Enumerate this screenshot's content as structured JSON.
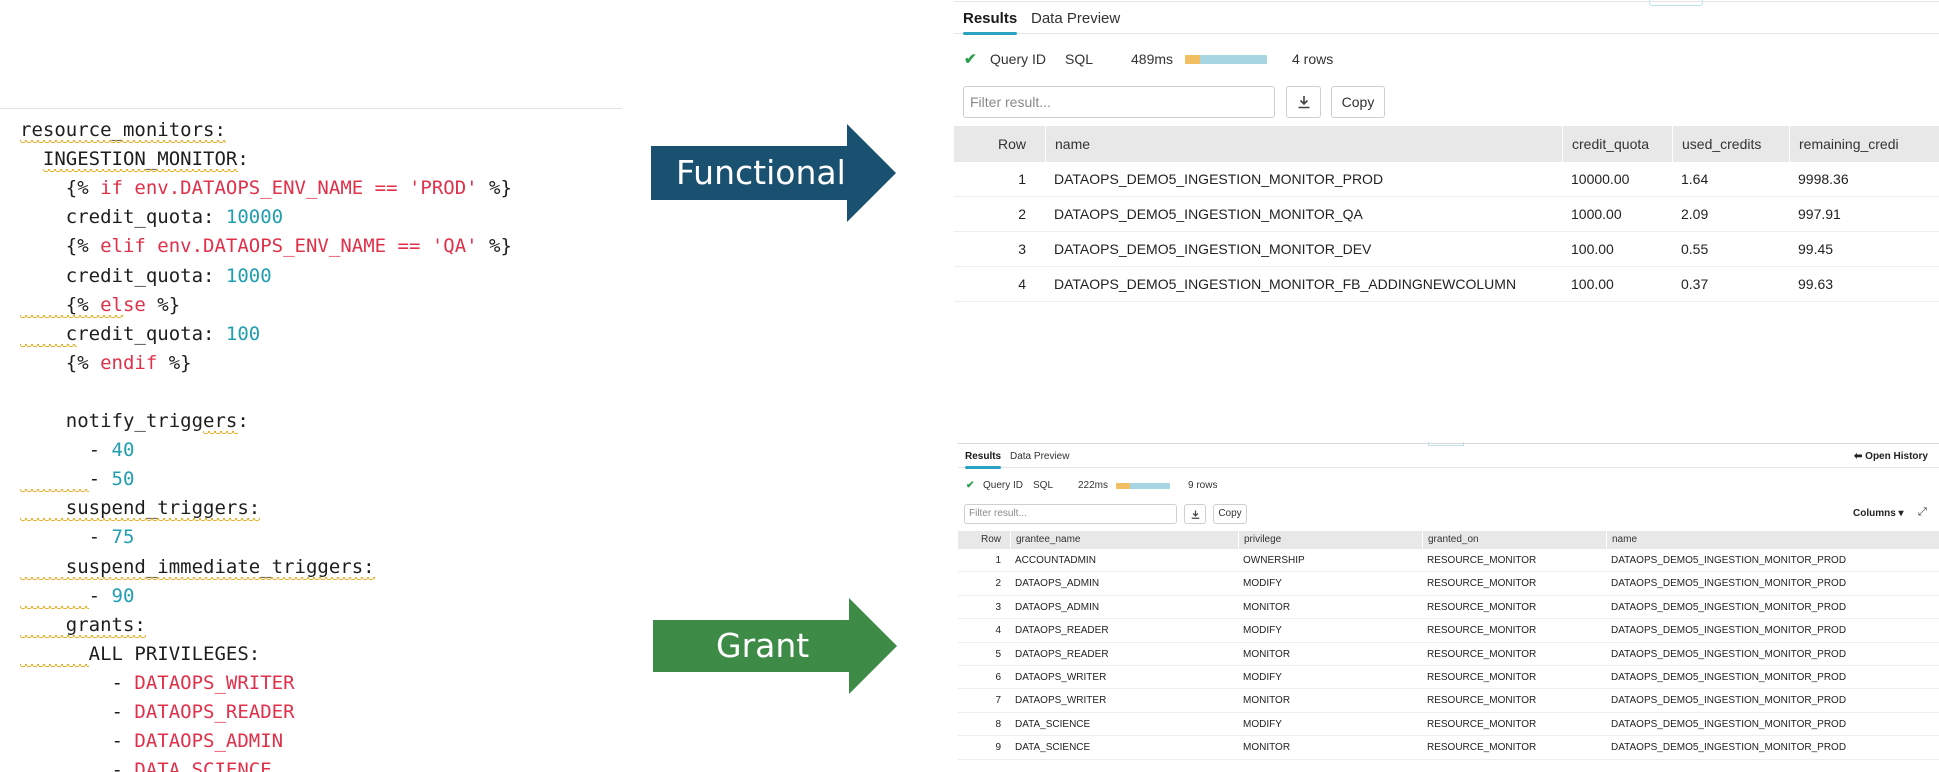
{
  "code": {
    "lines": [
      [
        {
          "t": "resource_monitors:",
          "c": "key"
        }
      ],
      [
        {
          "t": "  INGESTION_MONITOR:",
          "c": "key"
        }
      ],
      [
        {
          "t": "    ",
          "c": "key"
        },
        {
          "t": "{%",
          "c": "key"
        },
        {
          "t": " if env.DATAOPS_ENV_NAME == 'PROD' ",
          "c": "jinja"
        },
        {
          "t": "%}",
          "c": "key"
        }
      ],
      [
        {
          "t": "    credit_quota: ",
          "c": "key"
        },
        {
          "t": "10000",
          "c": "num"
        }
      ],
      [
        {
          "t": "    ",
          "c": "key"
        },
        {
          "t": "{%",
          "c": "key"
        },
        {
          "t": " elif env.DATAOPS_ENV_NAME == 'QA' ",
          "c": "jinja"
        },
        {
          "t": "%}",
          "c": "key"
        }
      ],
      [
        {
          "t": "    credit_quota: ",
          "c": "key"
        },
        {
          "t": "1000",
          "c": "num"
        }
      ],
      [
        {
          "t": "    ",
          "c": "key"
        },
        {
          "t": "{%",
          "c": "key"
        },
        {
          "t": " else ",
          "c": "jinja"
        },
        {
          "t": "%}",
          "c": "key"
        }
      ],
      [
        {
          "t": "    credit_quota: ",
          "c": "key"
        },
        {
          "t": "100",
          "c": "num"
        }
      ],
      [
        {
          "t": "    ",
          "c": "key"
        },
        {
          "t": "{%",
          "c": "key"
        },
        {
          "t": " endif ",
          "c": "jinja"
        },
        {
          "t": "%}",
          "c": "key"
        }
      ],
      [
        {
          "t": "",
          "c": "key"
        }
      ],
      [
        {
          "t": "    notify_triggers:",
          "c": "key"
        }
      ],
      [
        {
          "t": "      - ",
          "c": "key"
        },
        {
          "t": "40",
          "c": "num"
        }
      ],
      [
        {
          "t": "      - ",
          "c": "key"
        },
        {
          "t": "50",
          "c": "num"
        }
      ],
      [
        {
          "t": "    suspend_triggers:",
          "c": "key"
        }
      ],
      [
        {
          "t": "      - ",
          "c": "key"
        },
        {
          "t": "75",
          "c": "num"
        }
      ],
      [
        {
          "t": "    suspend_immediate_triggers:",
          "c": "key"
        }
      ],
      [
        {
          "t": "      - ",
          "c": "key"
        },
        {
          "t": "90",
          "c": "num"
        }
      ],
      [
        {
          "t": "    grants:",
          "c": "key"
        }
      ],
      [
        {
          "t": "      ALL PRIVILEGES:",
          "c": "key"
        }
      ],
      [
        {
          "t": "        - ",
          "c": "key"
        },
        {
          "t": "DATAOPS_WRITER",
          "c": "str"
        }
      ],
      [
        {
          "t": "        - ",
          "c": "key"
        },
        {
          "t": "DATAOPS_READER",
          "c": "str"
        }
      ],
      [
        {
          "t": "        - ",
          "c": "key"
        },
        {
          "t": "DATAOPS_ADMIN",
          "c": "str"
        }
      ],
      [
        {
          "t": "        - ",
          "c": "key"
        },
        {
          "t": "DATA_SCIENCE",
          "c": "str"
        }
      ]
    ]
  },
  "arrows": {
    "functional": {
      "label": "Functional",
      "color": "#1b5170"
    },
    "grant": {
      "label": "Grant",
      "color": "#3d8b47"
    }
  },
  "results_top": {
    "tabs": [
      "Results",
      "Data Preview"
    ],
    "query_id": "Query ID",
    "sql": "SQL",
    "duration": "489ms",
    "progress": 0.18,
    "rows": "4 rows",
    "filter_placeholder": "Filter result...",
    "copy_label": "Copy",
    "columns": [
      "Row",
      "name",
      "credit_quota",
      "used_credits",
      "remaining_credi"
    ],
    "data": [
      [
        "1",
        "DATAOPS_DEMO5_INGESTION_MONITOR_PROD",
        "10000.00",
        "1.64",
        "9998.36"
      ],
      [
        "2",
        "DATAOPS_DEMO5_INGESTION_MONITOR_QA",
        "1000.00",
        "2.09",
        "997.91"
      ],
      [
        "3",
        "DATAOPS_DEMO5_INGESTION_MONITOR_DEV",
        "100.00",
        "0.55",
        "99.45"
      ],
      [
        "4",
        "DATAOPS_DEMO5_INGESTION_MONITOR_FB_ADDINGNEWCOLUMN",
        "100.00",
        "0.37",
        "99.63"
      ]
    ]
  },
  "results_bottom": {
    "tabs": [
      "Results",
      "Data Preview"
    ],
    "open_history": "Open History",
    "query_id": "Query ID",
    "sql": "SQL",
    "duration": "222ms",
    "progress": 0.25,
    "rows": "9 rows",
    "filter_placeholder": "Filter result...",
    "copy_label": "Copy",
    "columns_label": "Columns ▾",
    "columns": [
      "Row",
      "grantee_name",
      "privilege",
      "granted_on",
      "name"
    ],
    "data": [
      [
        "1",
        "ACCOUNTADMIN",
        "OWNERSHIP",
        "RESOURCE_MONITOR",
        "DATAOPS_DEMO5_INGESTION_MONITOR_PROD"
      ],
      [
        "2",
        "DATAOPS_ADMIN",
        "MODIFY",
        "RESOURCE_MONITOR",
        "DATAOPS_DEMO5_INGESTION_MONITOR_PROD"
      ],
      [
        "3",
        "DATAOPS_ADMIN",
        "MONITOR",
        "RESOURCE_MONITOR",
        "DATAOPS_DEMO5_INGESTION_MONITOR_PROD"
      ],
      [
        "4",
        "DATAOPS_READER",
        "MODIFY",
        "RESOURCE_MONITOR",
        "DATAOPS_DEMO5_INGESTION_MONITOR_PROD"
      ],
      [
        "5",
        "DATAOPS_READER",
        "MONITOR",
        "RESOURCE_MONITOR",
        "DATAOPS_DEMO5_INGESTION_MONITOR_PROD"
      ],
      [
        "6",
        "DATAOPS_WRITER",
        "MODIFY",
        "RESOURCE_MONITOR",
        "DATAOPS_DEMO5_INGESTION_MONITOR_PROD"
      ],
      [
        "7",
        "DATAOPS_WRITER",
        "MONITOR",
        "RESOURCE_MONITOR",
        "DATAOPS_DEMO5_INGESTION_MONITOR_PROD"
      ],
      [
        "8",
        "DATA_SCIENCE",
        "MODIFY",
        "RESOURCE_MONITOR",
        "DATAOPS_DEMO5_INGESTION_MONITOR_PROD"
      ],
      [
        "9",
        "DATA_SCIENCE",
        "MONITOR",
        "RESOURCE_MONITOR",
        "DATAOPS_DEMO5_INGESTION_MONITOR_PROD"
      ]
    ]
  }
}
